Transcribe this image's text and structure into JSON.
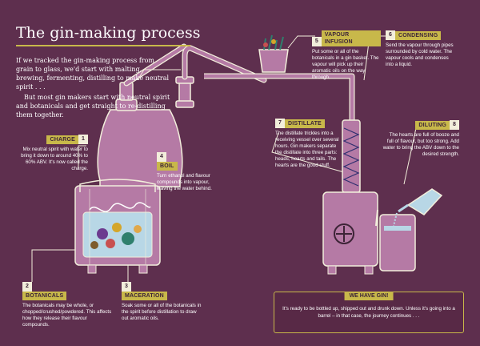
{
  "title": "The gin-making process",
  "intro": [
    "If we tracked the gin-making process from grain to glass, we'd start with malting, brewing, fermenting, distilling to make neutral spirit . . .",
    "But most gin makers start with neutral spirit and botanicals and get straight to re-distilling them together."
  ],
  "steps": [
    {
      "num": "1",
      "name": "CHARGE",
      "text": "Mix neutral spirit with water to bring it down to around 40% to 60% ABV. It's now called the charge."
    },
    {
      "num": "2",
      "name": "BOTANICALS",
      "text": "The botanicals may be whole, or chopped/crushed/powdered. This affects how they release their flavour compounds."
    },
    {
      "num": "3",
      "name": "MACERATION",
      "text": "Soak some or all of the botanicals in the spirit before distillation to draw out aromatic oils."
    },
    {
      "num": "4",
      "name": "BOIL",
      "text": "Turn ethanol and flavour compounds into vapour, leaving the water behind."
    },
    {
      "num": "5",
      "name": "VAPOUR INFUSION",
      "text": "Put some or all of the botanicals in a gin basket. The vapour will pick up their aromatic oils on the way through."
    },
    {
      "num": "6",
      "name": "CONDENSING",
      "text": "Send the vapour through pipes surrounded by cold water. The vapour cools and condenses into a liquid."
    },
    {
      "num": "7",
      "name": "DISTILLATE",
      "text": "The distillate trickles into a receiving vessel over several hours. Gin makers separate the distillate into three parts: heads, hearts and tails. The hearts are the good stuff."
    },
    {
      "num": "8",
      "name": "DILUTING",
      "text": "The hearts are full of booze and full of flavour, but too strong. Add water to bring the ABV down to the desired strength."
    }
  ],
  "final": {
    "name": "WE HAVE GIN!",
    "text": "It's ready to be bottled up, shipped out and drunk down. Unless it's going into a barrel – in that case, the journey continues . . ."
  },
  "colors": {
    "background": "#5e2f4e",
    "accent": "#c8b84a",
    "still": "#b57aa5",
    "outline": "#f2eedb",
    "liquid": "#b8d7e6"
  }
}
